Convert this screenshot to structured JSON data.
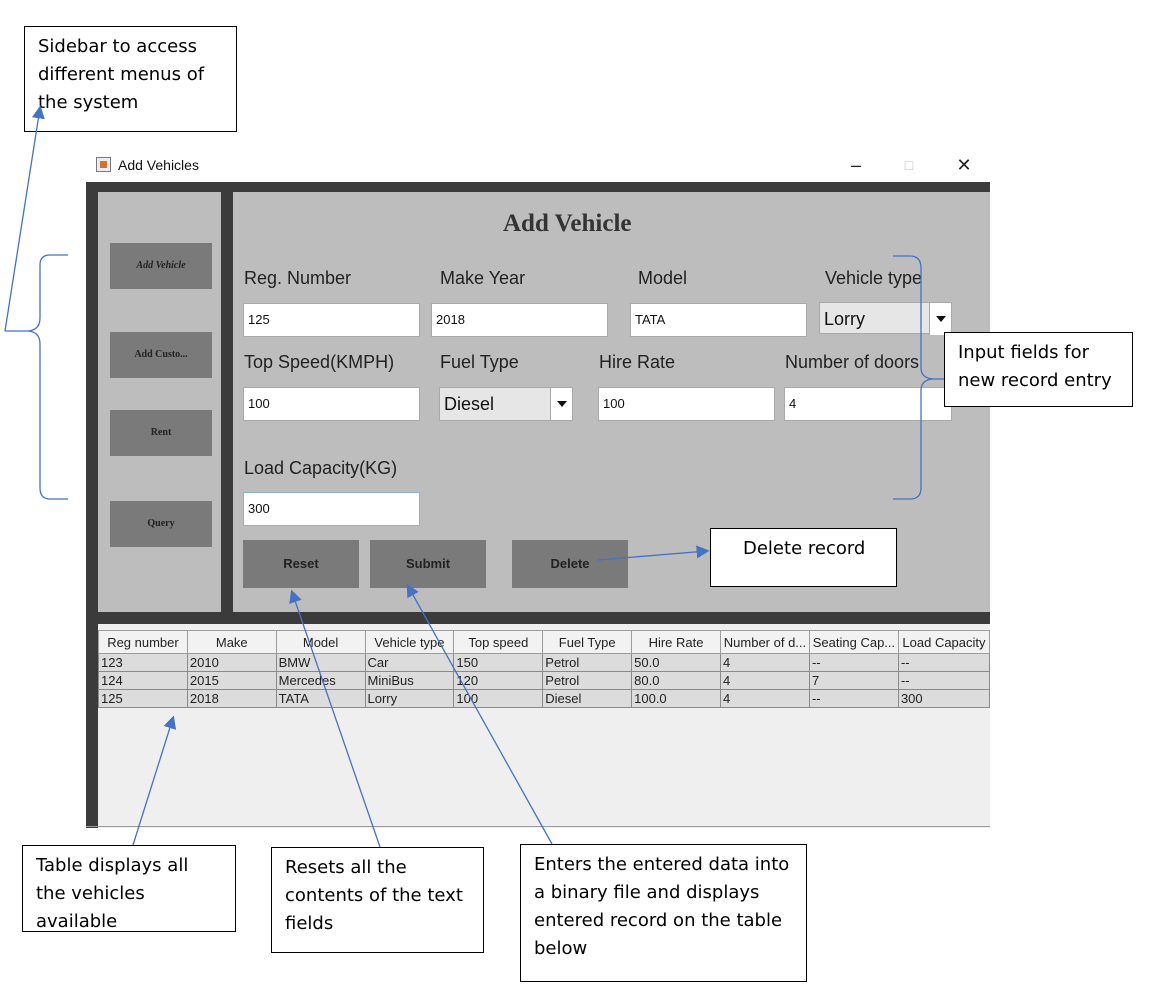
{
  "window": {
    "title": "Add Vehicles",
    "controls": {
      "minimize": "–",
      "maximize": "□",
      "close": "✕"
    }
  },
  "sidebar": {
    "items": [
      {
        "label": "Add Vehicle"
      },
      {
        "label": "Add Custo..."
      },
      {
        "label": "Rent"
      },
      {
        "label": "Query"
      }
    ]
  },
  "form": {
    "heading": "Add Vehicle",
    "reg_number": {
      "label": "Reg. Number",
      "value": "125"
    },
    "make_year": {
      "label": "Make Year",
      "value": "2018"
    },
    "model": {
      "label": "Model",
      "value": "TATA"
    },
    "vehicle_type": {
      "label": "Vehicle type",
      "value": "Lorry"
    },
    "top_speed": {
      "label": "Top Speed(KMPH)",
      "value": "100"
    },
    "fuel_type": {
      "label": "Fuel Type",
      "value": "Diesel"
    },
    "hire_rate": {
      "label": "Hire Rate",
      "value": "100"
    },
    "num_doors": {
      "label": "Number of doors",
      "value": "4"
    },
    "load_capacity": {
      "label": "Load Capacity(KG)",
      "value": "300"
    },
    "buttons": {
      "reset": "Reset",
      "submit": "Submit",
      "delete": "Delete"
    }
  },
  "table": {
    "columns": [
      "Reg number",
      "Make",
      "Model",
      "Vehicle type",
      "Top speed",
      "Fuel Type",
      "Hire Rate",
      "Number of d...",
      "Seating Cap...",
      "Load Capacity"
    ],
    "rows": [
      [
        "123",
        "2010",
        "BMW",
        "Car",
        "150",
        "Petrol",
        "50.0",
        "4",
        "--",
        "--"
      ],
      [
        "124",
        "2015",
        "Mercedes",
        "MiniBus",
        "120",
        "Petrol",
        "80.0",
        "4",
        "7",
        "--"
      ],
      [
        "125",
        "2018",
        "TATA",
        "Lorry",
        "100",
        "Diesel",
        "100.0",
        "4",
        "--",
        "300"
      ]
    ]
  },
  "annotations": {
    "sidebar": "Sidebar to access different menus of the system",
    "inputs": "Input fields for new record entry",
    "delete": "Delete record",
    "table": "Table displays all the vehicles available",
    "reset": "Resets all the contents of the text fields",
    "submit": "Enters the entered data into a binary file and displays entered record on the table below"
  },
  "colors": {
    "arrow": "#4472c4",
    "panel": "#bdbdbd",
    "frame": "#3b3b3b",
    "button": "#7a7a7a"
  }
}
